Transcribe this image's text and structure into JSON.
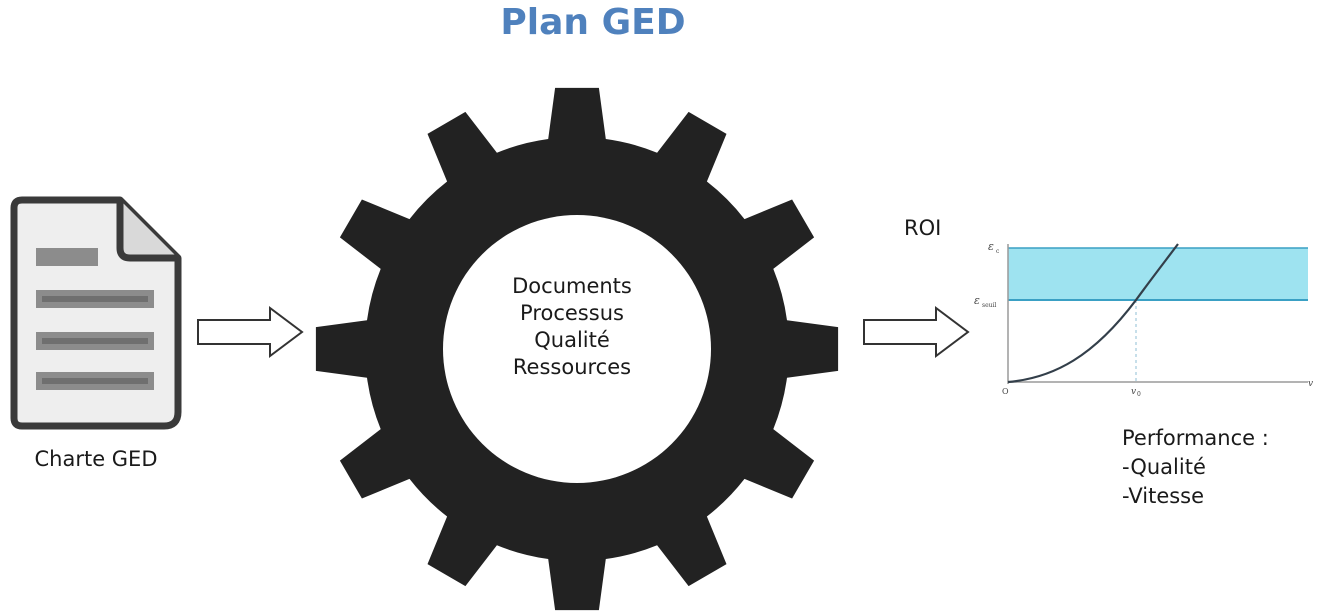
{
  "title": "Plan GED",
  "colors": {
    "title": "#4f81bd",
    "gear": "#222222",
    "roi_band": "#9ee3f0",
    "roi_band_edge": "#3aa0c4",
    "document_fill": "#eeeeee",
    "document_lines": "#8c8c8c"
  },
  "document": {
    "icon": "document-icon",
    "label": "Charte GED"
  },
  "gear": {
    "icon": "gear-icon",
    "items": [
      "Documents",
      "Processus",
      "Qualité",
      "Ressources"
    ]
  },
  "roi": {
    "label": "ROI",
    "chart": {
      "y_top_label": "ε",
      "y_top_sub": "c",
      "y_threshold_label": "ε",
      "y_threshold_sub": "seuil",
      "origin_label": "O",
      "x_marker_label": "v",
      "x_marker_sub": "0",
      "x_axis_label": "v"
    }
  },
  "performance": {
    "heading": "Performance :",
    "items": [
      "-Qualité",
      "-Vitesse"
    ]
  }
}
